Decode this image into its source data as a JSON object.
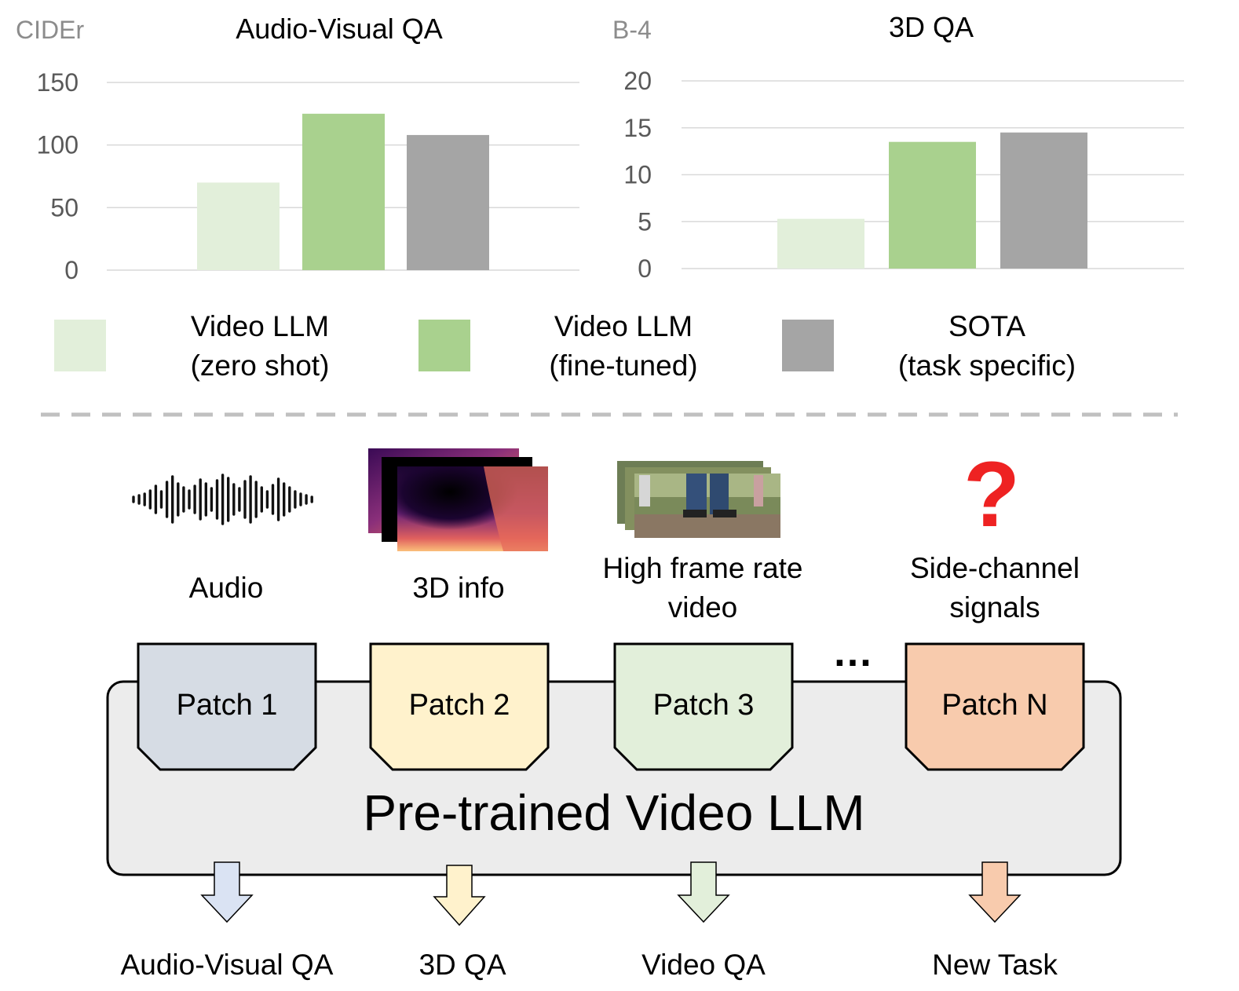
{
  "chart_data": [
    {
      "type": "bar",
      "title": "Audio-Visual QA",
      "ylabel": "CIDEr",
      "ylim": [
        0,
        150
      ],
      "yticks": [
        0,
        50,
        100,
        150
      ],
      "categories": [
        "Video LLM (zero shot)",
        "Video LLM (fine-tuned)",
        "SOTA (task specific)"
      ],
      "values": [
        70,
        125,
        108
      ],
      "colors": [
        "#e2efda",
        "#a9d18e",
        "#a5a5a5"
      ],
      "grid": true
    },
    {
      "type": "bar",
      "title": "3D QA",
      "ylabel": "B-4",
      "ylim": [
        0,
        20
      ],
      "yticks": [
        0,
        5,
        10,
        15,
        20
      ],
      "categories": [
        "Video LLM (zero shot)",
        "Video LLM (fine-tuned)",
        "SOTA (task specific)"
      ],
      "values": [
        5.3,
        13.5,
        14.5
      ],
      "colors": [
        "#e2efda",
        "#a9d18e",
        "#a5a5a5"
      ],
      "grid": true
    }
  ],
  "legend": [
    {
      "line1": "Video LLM",
      "line2": "(zero shot)",
      "color": "#e2efda"
    },
    {
      "line1": "Video LLM",
      "line2": "(fine-tuned)",
      "color": "#a9d18e"
    },
    {
      "line1": "SOTA",
      "line2": "(task specific)",
      "color": "#a5a5a5"
    }
  ],
  "diagram": {
    "sources": [
      {
        "line1": "Audio",
        "line2": ""
      },
      {
        "line1": "3D info",
        "line2": ""
      },
      {
        "line1": "High frame rate",
        "line2": "video"
      },
      {
        "line1": "Side-channel",
        "line2": "signals"
      }
    ],
    "question_mark": "?",
    "ellipsis": "…",
    "patches": [
      {
        "label": "Patch 1",
        "color": "#d6dce4"
      },
      {
        "label": "Patch 2",
        "color": "#fff2cc"
      },
      {
        "label": "Patch 3",
        "color": "#e2efda"
      },
      {
        "label": "Patch N",
        "color": "#f8cbad"
      }
    ],
    "model_label": "Pre-trained Video LLM",
    "outputs": [
      "Audio-Visual QA",
      "3D QA",
      "Video QA",
      "New Task"
    ]
  }
}
